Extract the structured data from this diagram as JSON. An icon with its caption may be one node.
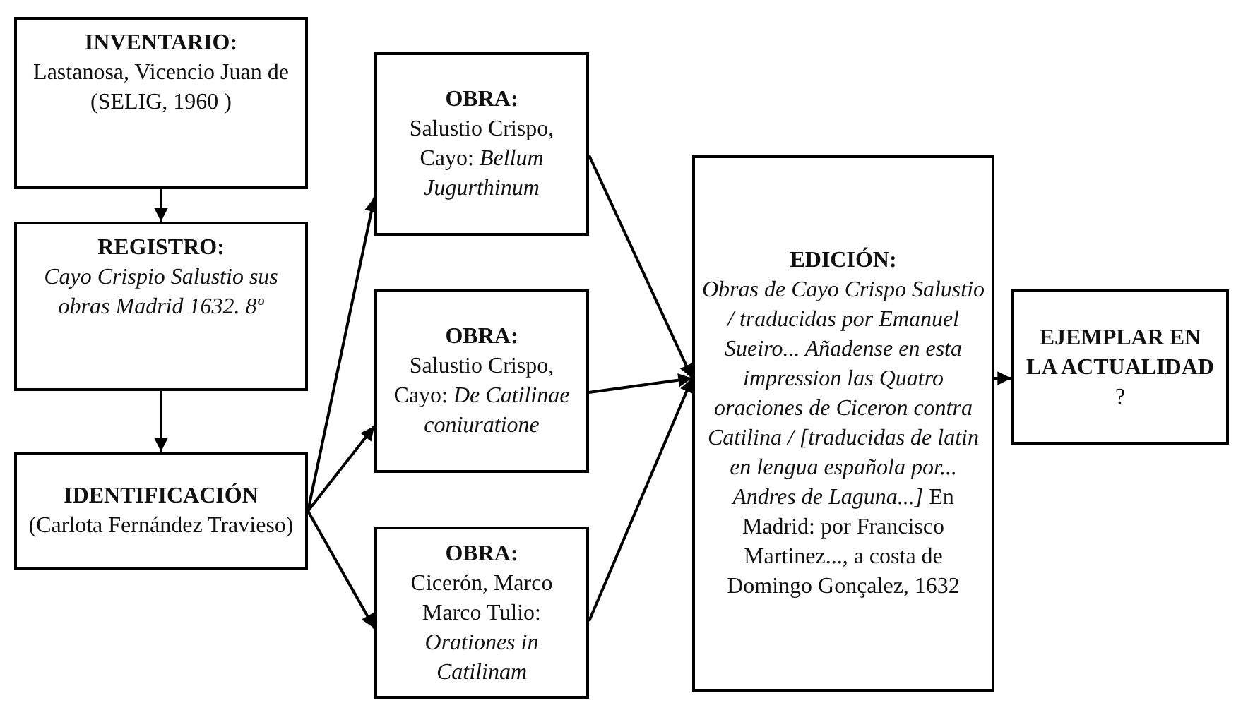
{
  "diagram": {
    "nodes": [
      {
        "text": [
          "INVENTARIO:",
          "Lastanosa, Vicencio Juan de (SELIG, 1960 )"
        ]
      },
      {
        "text": [
          "REGISTRO:",
          "*Cayo Crispio Salustio sus obras Madrid 1632. 8º*"
        ]
      },
      {
        "text": [
          "IDENTIFICACIÓN",
          "(Carlota Fernández Travieso)"
        ]
      },
      {
        "text": [
          "OBRA:",
          "Salustio Crispo, Cayo: *Bellum Jugurthinum*"
        ]
      },
      {
        "text": [
          "OBRA:",
          "Salustio Crispo, Cayo: *De Catilinae coniuratione*"
        ]
      },
      {
        "text": [
          "OBRA:",
          "Cicerón, Marco Marco Tulio: *Orationes in Catilinam*"
        ]
      },
      {
        "text": [
          "EDICIÓN:",
          "*Obras de Cayo Crispo Salustio / traducidas por Emanuel Sueiro... Añadense en esta impression las Quatro oraciones de Ciceron contra Catilina / [traducidas de latin en lengua española por... Andres de Laguna...]* En Madrid: por Francisco Martinez..., a costa de Domingo Gonçalez, 1632"
        ]
      },
      {
        "text": [
          "EJEMPLAR EN LA ACTUALIDAD",
          "?"
        ]
      }
    ],
    "edges": [
      {
        "from": 0,
        "to": 1,
        "arrow": "to"
      },
      {
        "from": 1,
        "to": 2,
        "arrow": "to"
      },
      {
        "from": 2,
        "to": 3,
        "arrow": "to"
      },
      {
        "from": 2,
        "to": 4,
        "arrow": "to"
      },
      {
        "from": 2,
        "to": 5,
        "arrow": "to"
      },
      {
        "from": 3,
        "to": 6,
        "arrow": "to"
      },
      {
        "from": 4,
        "to": 6,
        "arrow": "to"
      },
      {
        "from": 5,
        "to": 6,
        "arrow": "to"
      },
      {
        "from": 6,
        "to": 7,
        "arrow": "to"
      }
    ]
  }
}
